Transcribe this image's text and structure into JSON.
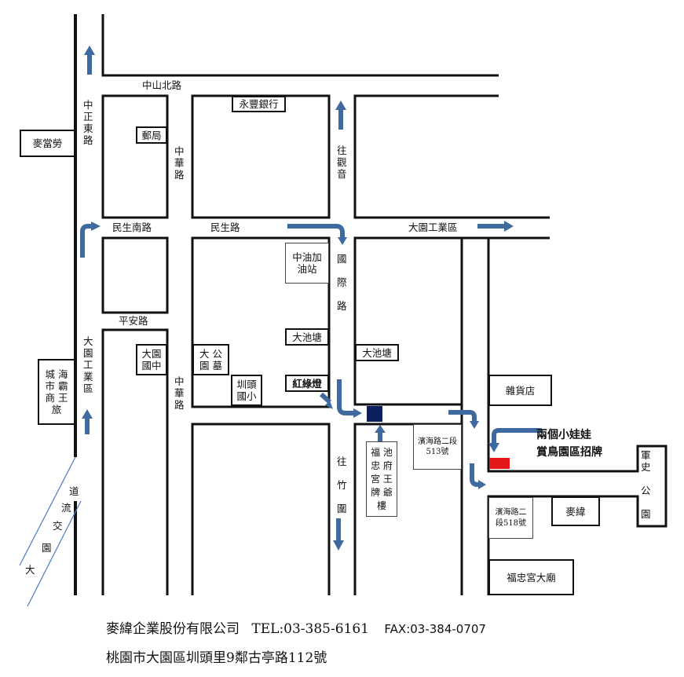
{
  "roads": {
    "zhongshan_north": "中山北路",
    "zhongzheng_east": "中\n正\n東\n路",
    "zhonghua_top": "中\n華\n路",
    "minsheng_south": "民生南路",
    "minsheng": "民生路",
    "dayuan_industrial_road": "大園工業區",
    "pingan": "平安路",
    "guoji": "國\n\n際\n\n路",
    "dayuan_industrial_left": "大\n園\n工\n業\n區",
    "zhonghua_bottom": "中\n華\n路",
    "to_guanyin": "往\n觀\n音",
    "to_zhuwei": "往\n\n竹\n\n圍",
    "freeway": [
      "道",
      "流",
      "交",
      "園",
      "大"
    ]
  },
  "landmarks": {
    "mcdonalds": "麥當勞",
    "post_office": "郵局",
    "yongfeng_bank": "永豐銀行",
    "cpc_gas_station": "中油加\n油站",
    "dachitang_left": "大池塘",
    "dachitang_right": "大池塘",
    "traffic_light": "紅綠燈",
    "dayuan_junior_high": "大園\n國中",
    "cemetery": "大 公\n園 墓",
    "kengtou_elementary": "圳頭\n國小",
    "haiba_hotel": "城 海\n市 霸\n商 王\n旅",
    "grocery": "雜貨店",
    "binhai_513": "濱海路二段\n513號",
    "fuzhong_arch": "福 池\n忠 府\n宮 王\n牌 爺\n樓",
    "annotation": "兩個小娃娃\n賞鳥園區招牌",
    "military_park": "軍\n史\n\n公\n\n園",
    "binhai_518": "濱海路二\n段518號",
    "maiwei": "麥緯",
    "fuzhong_temple": "福忠宮大廟"
  },
  "footer": {
    "company": "麥緯企業股份有限公司",
    "tel": "TEL:03-385-6161",
    "fax": "FAX:03-384-0707",
    "address": "桃園市大園區圳頭里9鄰古亭路112號"
  },
  "colors": {
    "arrow": "#3F6A9F",
    "destination": "#0B1F5C",
    "marker": "#E5171A",
    "freeway_line": "#4A7CC0"
  }
}
